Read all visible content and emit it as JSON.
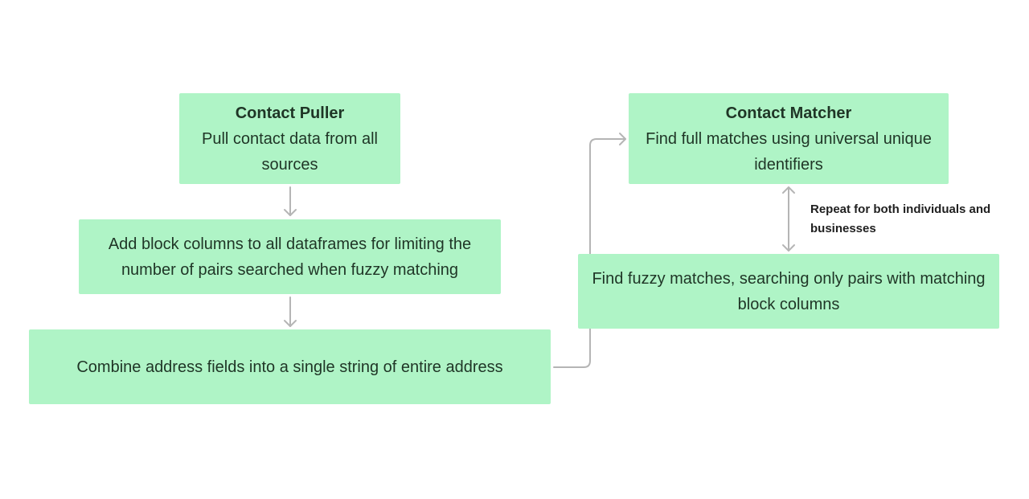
{
  "nodes": {
    "contact_puller": {
      "title": "Contact Puller",
      "text": "Pull contact data from all sources"
    },
    "block_columns": {
      "text": "Add block columns to all dataframes for limiting the number of pairs searched when fuzzy matching"
    },
    "combine_address": {
      "text": "Combine address fields into a single string of entire address"
    },
    "contact_matcher": {
      "title": "Contact Matcher",
      "text": "Find full matches using universal unique identifiers"
    },
    "fuzzy_matches": {
      "text": "Find fuzzy matches, searching only pairs with matching block columns"
    }
  },
  "edges": {
    "repeat_label": "Repeat for both individuals and businesses"
  },
  "colors": {
    "node_fill": "#aff4c6",
    "connector": "#b5b5b5",
    "text": "#1f3526"
  }
}
